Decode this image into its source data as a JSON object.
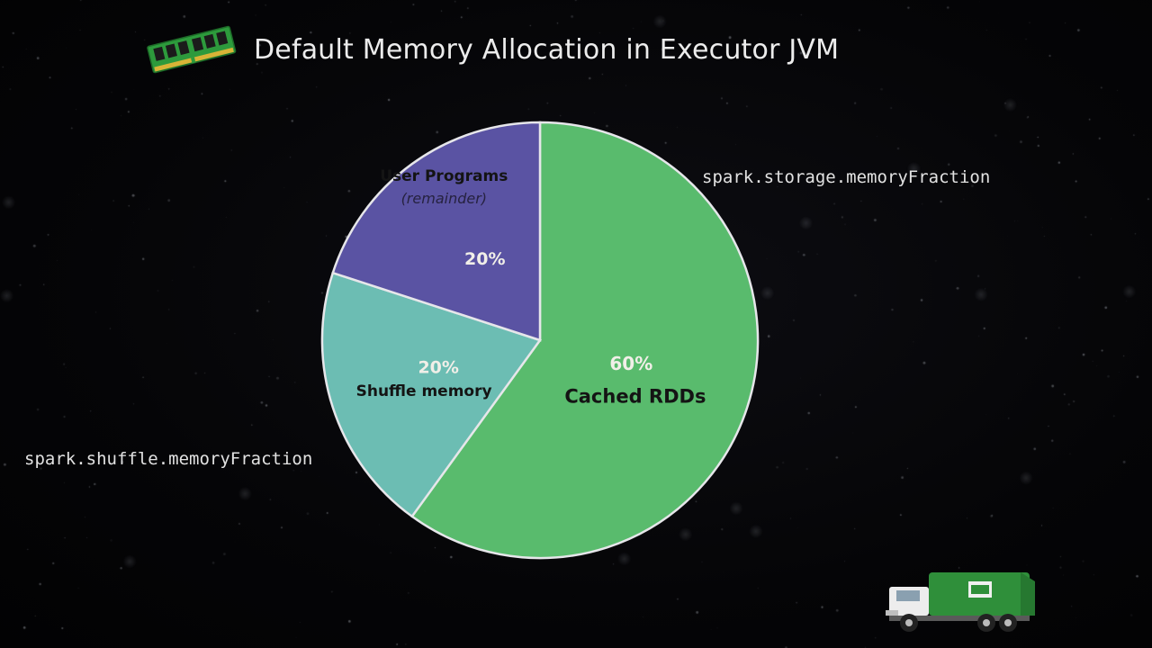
{
  "slide": {
    "title": "Default Memory Allocation in Executor JVM",
    "storage_config": "spark.storage.memoryFraction",
    "shuffle_config": "spark.shuffle.memoryFraction"
  },
  "icons": {
    "top_left": "memory-chip-icon",
    "bottom_right": "garbage-truck-icon"
  },
  "chart_data": {
    "type": "pie",
    "title": "Default Memory Allocation in Executor JVM",
    "slices": [
      {
        "name": "Cached RDDs",
        "sub": "",
        "value": 60,
        "label": "60%",
        "color": "#59bb6d"
      },
      {
        "name": "Shuffle memory",
        "sub": "",
        "value": 20,
        "label": "20%",
        "color": "#6cbdb3"
      },
      {
        "name": "User Programs",
        "sub": "(remainder)",
        "value": 20,
        "label": "20%",
        "color": "#5a53a3"
      }
    ],
    "start": "top",
    "direction": "clockwise",
    "stroke_color": "#e6e6ea"
  }
}
